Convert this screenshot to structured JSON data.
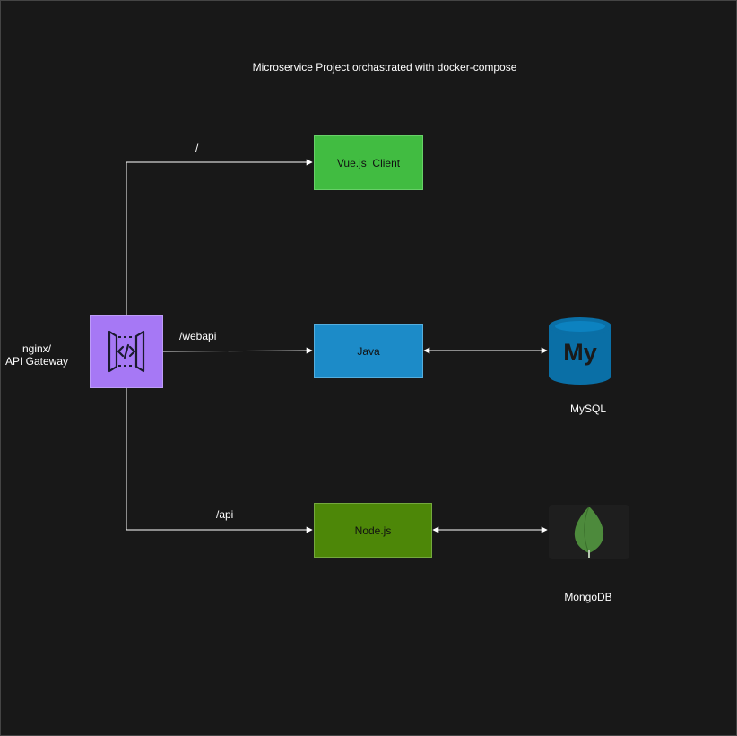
{
  "title": "Microservice Project orchastrated with docker-compose",
  "gateway": {
    "label_line1": "nginx/",
    "label_line2": "API Gateway",
    "icon": "api-gateway-icon",
    "color": "#a678f5"
  },
  "routes": [
    {
      "path": "/",
      "target": "Vue.js  Client",
      "color": "#41bc41"
    },
    {
      "path": "/webapi",
      "target": "Java",
      "color": "#1c8bc8"
    },
    {
      "path": "/api",
      "target": "Node.js",
      "color": "#4d8708"
    }
  ],
  "databases": [
    {
      "name": "MySQL",
      "icon": "mysql-icon",
      "logo_text": "My",
      "color": "#0a6fa6"
    },
    {
      "name": "MongoDB",
      "icon": "mongodb-icon",
      "color": "#4d8a3c"
    }
  ]
}
